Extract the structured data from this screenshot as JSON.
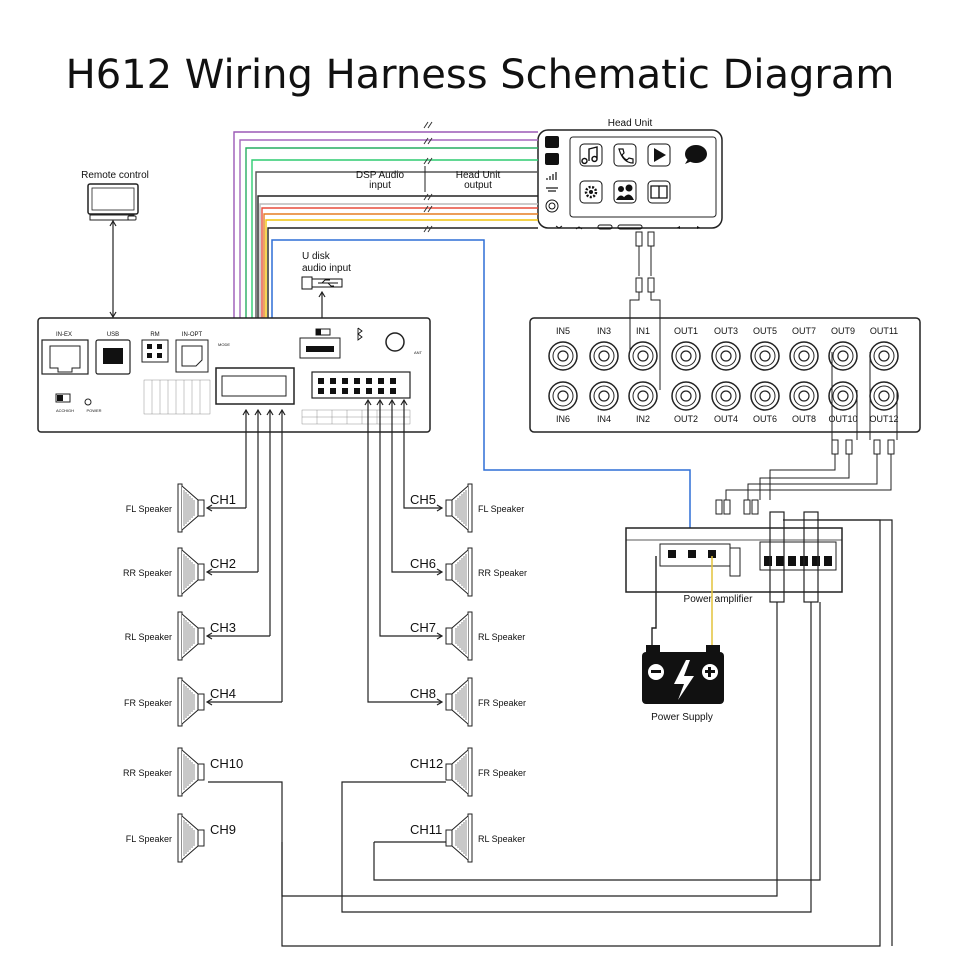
{
  "title": "H612 Wiring Harness Schematic Diagram",
  "labels": {
    "head_unit": "Head Unit",
    "remote_control": "Remote control",
    "dsp_audio_l1": "DSP Audio",
    "dsp_audio_l2": "input",
    "hu_output_l1": "Head Unit",
    "hu_output_l2": "output",
    "udisk_l1": "U disk",
    "udisk_l2": "audio input",
    "power_amplifier": "Power amplifier",
    "power_supply": "Power Supply"
  },
  "dsp_unit": {
    "ports": [
      "IN-EX",
      "USB",
      "RM",
      "IN-OPT"
    ],
    "mode": "MODE",
    "ant": "ANT",
    "acc": "ACC",
    "high": "HIGH",
    "power": "POWER",
    "bluetooth_icon": "bluetooth-icon"
  },
  "rca_panel": {
    "top_row": [
      "IN5",
      "IN3",
      "IN1",
      "OUT1",
      "OUT3",
      "OUT5",
      "OUT7",
      "OUT9",
      "OUT11"
    ],
    "bottom_row": [
      "IN6",
      "IN4",
      "IN2",
      "OUT2",
      "OUT4",
      "OUT6",
      "OUT8",
      "OUT10",
      "OUT12"
    ]
  },
  "head_unit_icons": [
    "music-icon",
    "phone-icon",
    "play-icon",
    "chat-icon",
    "settings-icon",
    "contacts-icon",
    "book-icon"
  ],
  "speakers_left": [
    {
      "name": "FL Speaker",
      "channel": "CH1"
    },
    {
      "name": "RR Speaker",
      "channel": "CH2"
    },
    {
      "name": "RL Speaker",
      "channel": "CH3"
    },
    {
      "name": "FR Speaker",
      "channel": "CH4"
    },
    {
      "name": "RR Speaker",
      "channel": "CH10"
    },
    {
      "name": "FL Speaker",
      "channel": "CH9"
    }
  ],
  "speakers_right": [
    {
      "name": "FL Speaker",
      "channel": "CH5"
    },
    {
      "name": "RR Speaker",
      "channel": "CH6"
    },
    {
      "name": "RL Speaker",
      "channel": "CH7"
    },
    {
      "name": "FR Speaker",
      "channel": "CH8"
    },
    {
      "name": "FR Speaker",
      "channel": "CH12"
    },
    {
      "name": "RL Speaker",
      "channel": "CH11"
    }
  ],
  "colors": {
    "wires": [
      "#9b59b6",
      "#a569bd",
      "#2ecc71",
      "#27ae60",
      "#555555",
      "#222222",
      "#cccccc",
      "#e67e22",
      "#e74c3c",
      "#f1c40f"
    ],
    "blue_wire": "#2f6fd6",
    "yellow_wire": "#e2c33a",
    "battery": "#111111"
  }
}
